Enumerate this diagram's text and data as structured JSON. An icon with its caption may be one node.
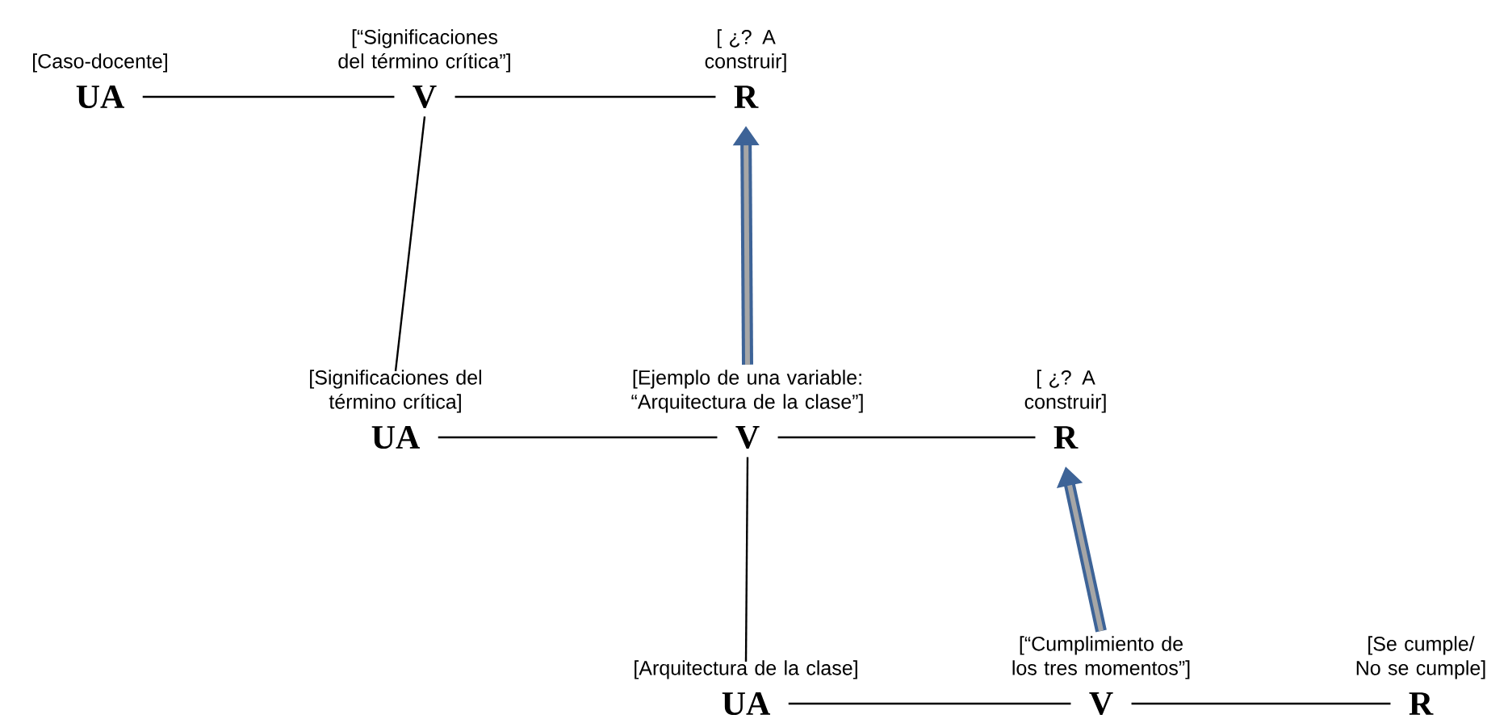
{
  "diagram": {
    "nodes": [
      {
        "text": [
          "UA"
        ],
        "beside": [
          "[Caso-docente]"
        ]
      },
      {
        "text": [
          "V"
        ],
        "beside": [
          "[“Significaciones del término crítica”]"
        ]
      },
      {
        "text": [
          "R"
        ],
        "beside": [
          "[ ¿? A construir]"
        ]
      },
      {
        "text": [
          "UA"
        ],
        "beside": [
          "[Significaciones del término crítica]"
        ]
      },
      {
        "text": [
          "V"
        ],
        "beside": [
          "[Ejemplo de una variable: “Arquitectura de la clase”]"
        ]
      },
      {
        "text": [
          "R"
        ],
        "beside": [
          "[ ¿? A construir]"
        ]
      },
      {
        "text": [
          "UA"
        ],
        "beside": [
          "[Arquitectura de la clase]"
        ]
      },
      {
        "text": [
          "V"
        ],
        "beside": [
          "[“Cumplimiento de los tres momentos”]"
        ]
      },
      {
        "text": [
          "R"
        ],
        "beside": [
          "[Se cumple/ No se cumple]"
        ]
      }
    ],
    "edges": [
      {
        "from": 0,
        "to": 1,
        "arrow": "none"
      },
      {
        "from": 1,
        "to": 2,
        "arrow": "none"
      },
      {
        "from": 1,
        "to": 3,
        "arrow": "none"
      },
      {
        "from": 4,
        "to": 2,
        "arrow": "to",
        "style": "thick",
        "color": "#3d6397"
      },
      {
        "from": 3,
        "to": 4,
        "arrow": "none"
      },
      {
        "from": 4,
        "to": 5,
        "arrow": "none"
      },
      {
        "from": 4,
        "to": 6,
        "arrow": "none"
      },
      {
        "from": 7,
        "to": 5,
        "arrow": "to",
        "style": "thick",
        "color": "#3d6397"
      },
      {
        "from": 6,
        "to": 7,
        "arrow": "none"
      },
      {
        "from": 7,
        "to": 8,
        "arrow": "none"
      }
    ]
  }
}
